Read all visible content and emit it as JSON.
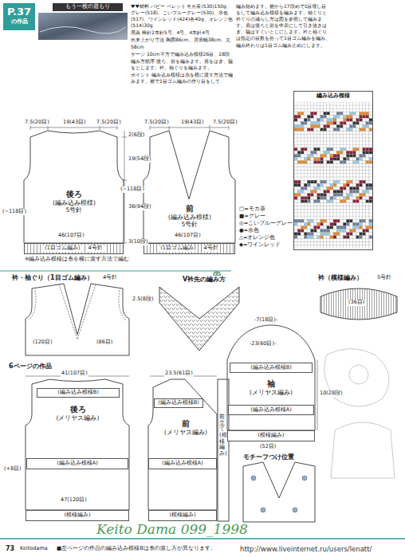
{
  "diagram": {
    "nodes": [
      {
        "text": [
          "P.37",
          "の作品"
        ]
      },
      {
        "text": [
          "もう一枚の遊もり"
        ]
      },
      {
        "text": [
          "♥♥材料 パピー ペレット モカ茶(530)150g、グレー(518)、こいブルーグレー(530)、水色(517)、ワインレッド(424)各40g、オレンジ色(514)30g",
          "用具 棒針2本針5号、4号、4本針4号",
          "出来上がり寸法 胸囲86cm、背肩幅38cm、丈58cm",
          "ゲージ 10cm平方で編み込み模様26目、28段",
          "編み方順序 後ろ、前を編みます。肩をはぎ、脇をとじます。衿、袖ぐりを編みます。",
          "ポイント 編み込み模様は糸を横に渡す方法で編みます。裾で1目ゴム編みの作り目をして"
        ]
      },
      {
        "text": [
          "編み始めます。裾から17段めで1目増し目をして編み込み模様を編みます。袖ぐりと衿ぐりの減らし方は図を参照して編みます。肩は後ろと前を中表にして引き抜きはぎ、脇はすくいとじにします。衿と袖ぐりは指定の目数を拾って1目ゴム編みを編み、編み終わりは1目ゴム編み止めにします。"
        ]
      },
      {
        "text": [
          "編み込み模様"
        ]
      },
      {
        "text": [
          "後ろ",
          "(編み込み模様)",
          "5号針"
        ]
      },
      {
        "text": [
          "(1目ゴム編み)",
          "4号針"
        ]
      },
      {
        "text": [
          "前",
          "(編み込み模様)",
          "5号針"
        ]
      },
      {
        "text": [
          "(1目ゴム編み)",
          "4号針"
        ]
      },
      {
        "text": [
          "(編み込み模様B)"
        ]
      },
      {
        "text": [
          "袖",
          "(メリヤス編み)"
        ]
      },
      {
        "text": [
          "(編み込み模様A)"
        ]
      },
      {
        "text": [
          "(模様編み)"
        ]
      },
      {
        "text": [
          "(編み込み模様B)"
        ]
      },
      {
        "text": [
          "後ろ",
          "(メリヤス編み)"
        ]
      },
      {
        "text": [
          "(編み込み模様A)"
        ]
      },
      {
        "text": [
          "(模様編み)"
        ]
      },
      {
        "text": [
          "(編み込み模様B)"
        ]
      },
      {
        "text": [
          "前",
          "(メリヤス編み)"
        ]
      },
      {
        "text": [
          "(編み込み模様A)"
        ]
      },
      {
        "text": [
          "(模様編み)"
        ]
      },
      {
        "text": [
          "前立て(模様編み)"
        ]
      }
    ],
    "labels": [
      "7.5(20目)",
      "19(43目)",
      "7.5(20目)",
      "2(6段)",
      "19(54段)",
      "36(94段)",
      "(−118目)",
      "46(107目)",
      "3(10段)",
      "※編み込み模様は糸を横に渡す方法で編む",
      "7.5(20目)",
      "19(43目)",
      "7.5(20目)",
      "(−118目)",
      "46(107目)",
      "衿・袖ぐり（1目ゴム編み）",
      "4号針",
      "(120目)",
      "(86目)",
      "2.5(8段)",
      "V衿先の編み方",
      "衿（模様編み）",
      "5号針",
      "(36目)",
      "-7(18目)-",
      "-23(60目)-",
      "10(28段)",
      "(52目)",
      "6ページの作品",
      "41(107目)",
      "(+8目)",
      "47(120目)",
      "23.5(61目)",
      "モチーフつけ位置",
      "73",
      "Keitodama",
      "■左ページの作品の編み込み模様Bは糸の渡し方が異なります。",
      "Keito Dama 099_1998",
      "http://www.liveinternet.ru/users/lenatt/"
    ],
    "legend": [
      {
        "text": "□=モカ茶"
      },
      {
        "text": "■=グレー"
      },
      {
        "text": "◎=こいブルーグレー"
      },
      {
        "text": "●=水色"
      },
      {
        "text": "△=オレンジ色"
      },
      {
        "text": "◆=ワインレッド"
      }
    ]
  }
}
